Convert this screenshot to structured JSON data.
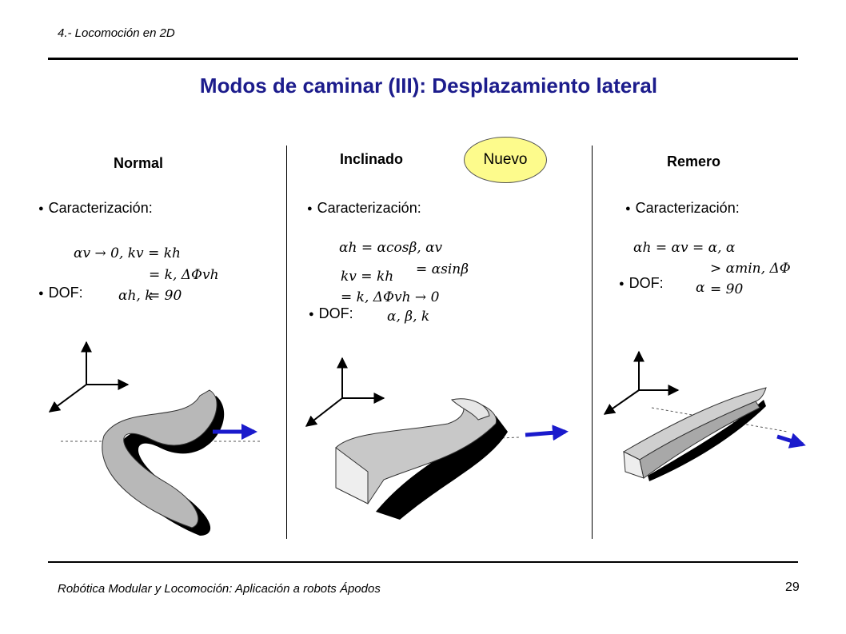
{
  "header": {
    "section": "4.- Locomoción en 2D",
    "title": "Modos de caminar (III): Desplazamiento lateral"
  },
  "columns": [
    {
      "heading": "Normal",
      "caracterizacion_label": "Caracterización:",
      "eq_line1": "αv → 0, kv = kh",
      "eq_line2": "= k, ΔΦvh",
      "eq_line3": "= 90",
      "dof_label": "DOF:",
      "dof_value": "αh, k"
    },
    {
      "heading": "Inclinado",
      "badge": "Nuevo",
      "caracterizacion_label": "Caracterización:",
      "eq_line1": "αh = αcosβ, αv",
      "eq_line2": "= αsinβ",
      "eq_line3": "kv = kh",
      "eq_line4": "= k, ΔΦvh → 0",
      "dof_label": "DOF:",
      "dof_value": "α, β, k"
    },
    {
      "heading": "Remero",
      "caracterizacion_label": "Caracterización:",
      "eq_line1": "αh = αv = α, α",
      "eq_line2": "> αmin, ΔΦ",
      "eq_line3": "= 90",
      "dof_label": "DOF:",
      "dof_value": "α"
    }
  ],
  "footer": {
    "text": "Robótica Modular y Locomoción: Aplicación a robots Ápodos",
    "page": "29"
  },
  "colors": {
    "title": "#1c1c8c",
    "arrow": "#1a1acc",
    "badge_fill": "#fdfb8c"
  }
}
